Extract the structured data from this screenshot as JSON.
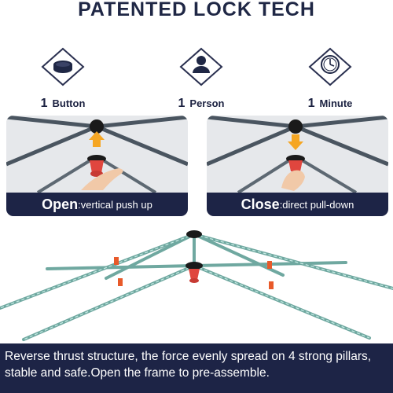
{
  "title": "PATENTED LOCK TECH",
  "features": [
    {
      "num": "1",
      "label": "Button",
      "icon": "button-icon"
    },
    {
      "num": "1",
      "label": "Person",
      "icon": "person-icon"
    },
    {
      "num": "1",
      "label": "Minute",
      "icon": "clock-icon"
    }
  ],
  "cards": [
    {
      "strong": "Open",
      "detail": ":vertical push up",
      "arrow": "up-arrow-icon"
    },
    {
      "strong": "Close",
      "detail": ":direct pull-down",
      "arrow": "down-arrow-icon"
    }
  ],
  "footer": {
    "line1": "Reverse thrust structure, the force evenly spread on 4 strong pillars,",
    "line2": "stable and safe.Open the frame to pre-assemble."
  },
  "colors": {
    "navy": "#1d2446",
    "accent_orange": "#f5a623",
    "pole_teal": "#8fcfc6",
    "lock_red": "#e0463e"
  }
}
